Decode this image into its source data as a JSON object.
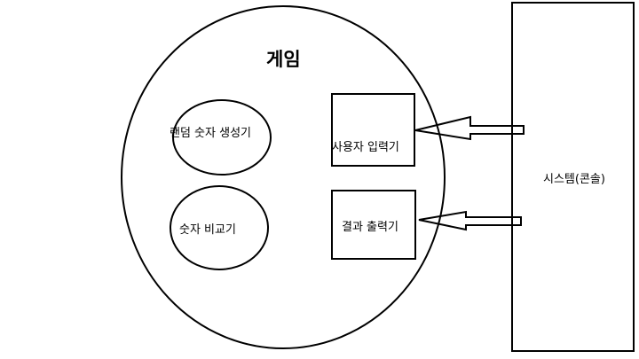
{
  "diagram": {
    "title": "게임",
    "components": {
      "random_generator": "랜덤 숫자 생성기",
      "number_comparator": "숫자 비교기",
      "user_input": "사용자 입력기",
      "result_output": "결과 출력기"
    },
    "system": "시스템(콘솔)",
    "stroke_color": "#000000",
    "background_color": "#ffffff"
  }
}
